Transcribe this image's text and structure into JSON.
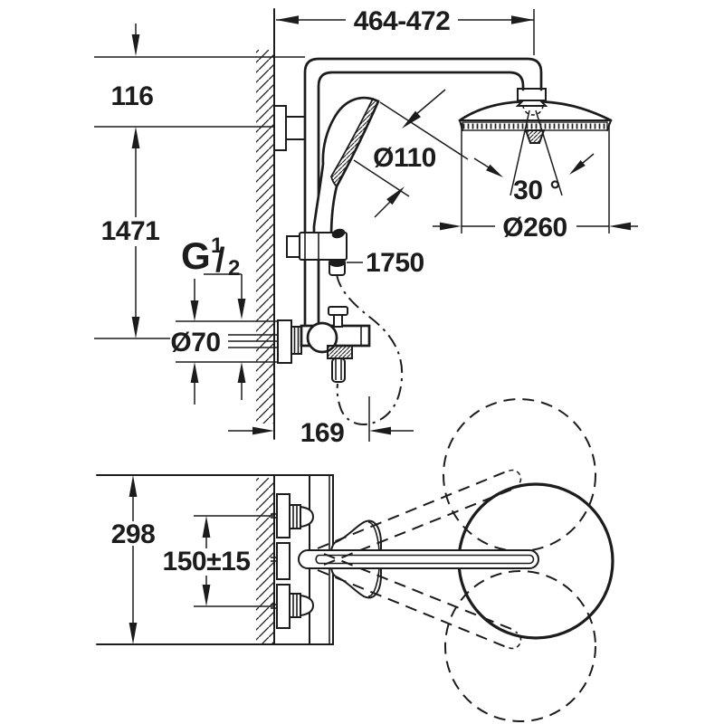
{
  "dimensions": {
    "top_width": "464-472",
    "wall_offset": "116",
    "total_height": "1471",
    "hand_shower_diameter": "Ø110",
    "spray_angle": "30 °",
    "head_shower_diameter": "Ø260",
    "hose_length": "1750",
    "escutcheon_diameter": "Ø70",
    "projection": "169",
    "base_height": "298",
    "connection_spacing": "150±15",
    "thread": {
      "prefix": "G",
      "numerator": "1",
      "slash": "/",
      "denominator": "2"
    }
  }
}
